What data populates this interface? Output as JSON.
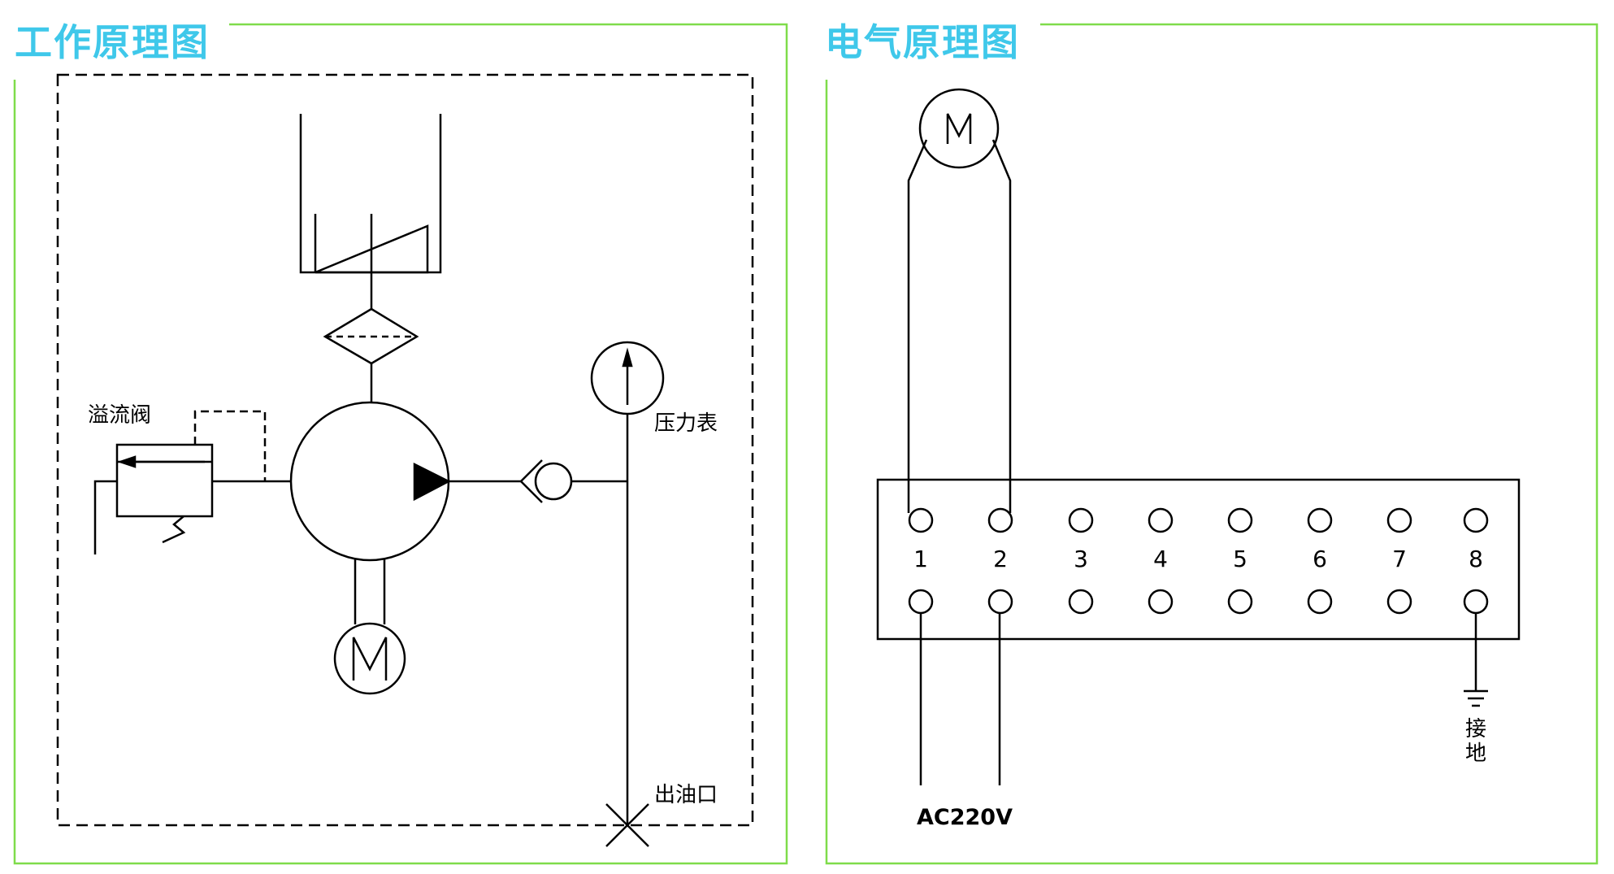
{
  "colors": {
    "title": "#3fc8ea",
    "frame": "#7fdc4a",
    "line": "#000000"
  },
  "panels": {
    "working": {
      "title": "工作原理图",
      "labels": {
        "relief_valve": "溢流阀",
        "pressure_gauge": "压力表",
        "outlet": "出油口",
        "motor": "M"
      }
    },
    "electrical": {
      "title": "电气原理图",
      "labels": {
        "motor": "M",
        "power": "AC220V",
        "ground": "接地"
      },
      "terminals": [
        "1",
        "2",
        "3",
        "4",
        "5",
        "6",
        "7",
        "8"
      ]
    }
  }
}
